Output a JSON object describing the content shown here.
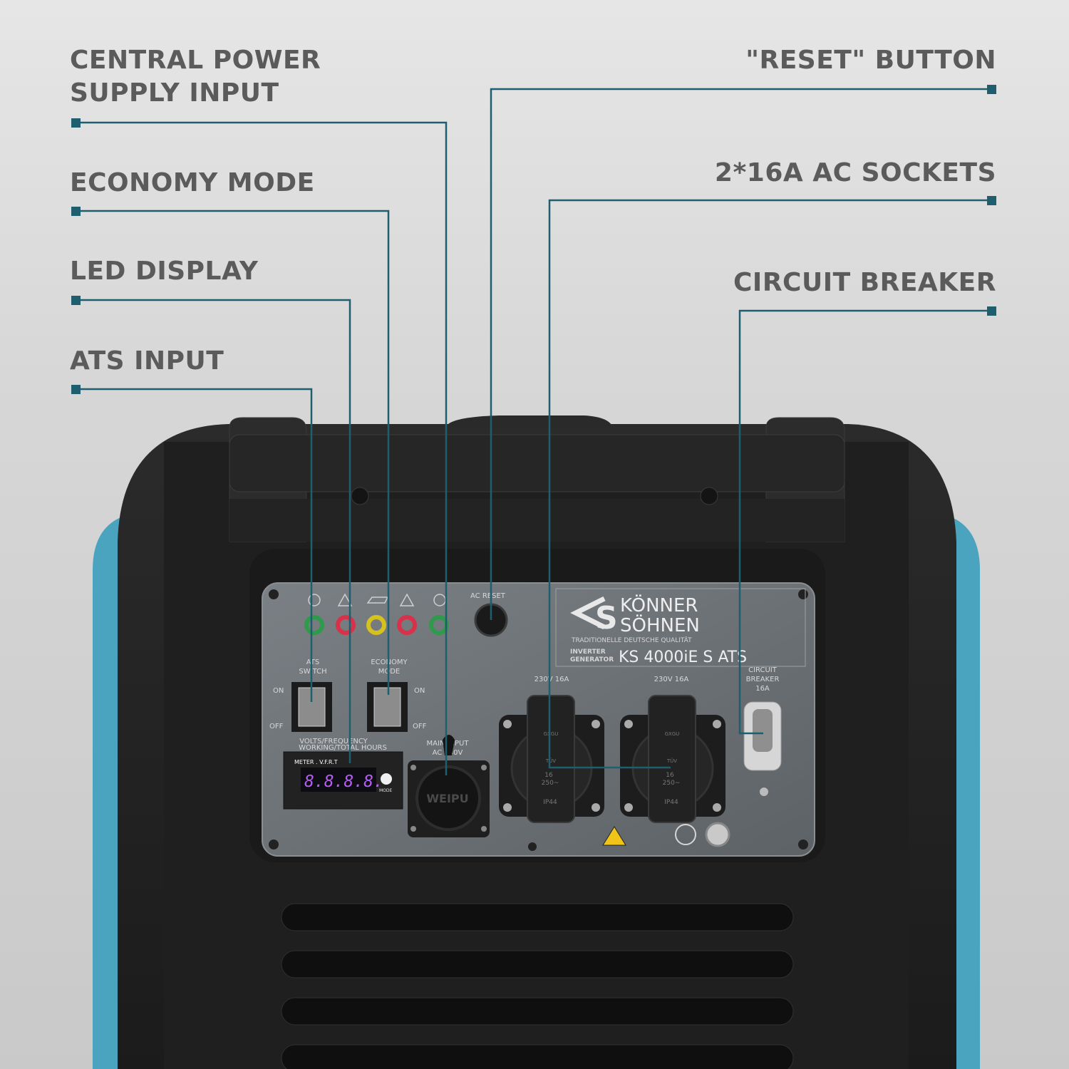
{
  "callouts_left": [
    {
      "id": "central-power-supply-input",
      "text": "CENTRAL POWER\nSUPPLY INPUT"
    },
    {
      "id": "economy-mode",
      "text": "ECONOMY MODE"
    },
    {
      "id": "led-display",
      "text": "LED DISPLAY"
    },
    {
      "id": "ats-input",
      "text": "ATS INPUT"
    }
  ],
  "callouts_right": [
    {
      "id": "reset-button",
      "text": "\"RESET\" BUTTON"
    },
    {
      "id": "ac-sockets",
      "text": "2*16A AC SOCKETS"
    },
    {
      "id": "circuit-breaker",
      "text": "CIRCUIT BREAKER"
    }
  ],
  "panel": {
    "ac_reset": "AC RESET",
    "brand_top": "KÖNNER",
    "brand_bottom": "SÖHNEN",
    "brand_tagline": "TRADITIONELLE DEUTSCHE QUALITÄT",
    "product_type_1": "INVERTER",
    "product_type_2": "GENERATOR",
    "model": "KS 4000iE S ATS",
    "ats_switch_1": "ATS",
    "ats_switch_2": "SWITCH",
    "economy_mode_1": "ECONOMY",
    "economy_mode_2": "MODE",
    "on": "ON",
    "off": "OFF",
    "meter_caption_1": "VOLTS/FREQUENCY",
    "meter_caption_2": "WORKING/TOTAL HOURS",
    "meter_title": "METER . V.F.R.T",
    "meter_digits": "8.8.8.8.",
    "meter_mode": "MODE",
    "main_input_1": "MAIN INPUT",
    "main_input_2": "AC 230V",
    "plug_brand": "WEIPU",
    "socket_rating_1": "230V 16A",
    "socket_rating_2": "230V 16A",
    "socket_marking_1": "16",
    "socket_marking_2": "250~",
    "socket_ip": "IP44",
    "socket_cert": "TÜV",
    "socket_brand": "GXGU",
    "breaker_1": "CIRCUIT",
    "breaker_2": "BREAKER",
    "breaker_3": "16A"
  },
  "colors": {
    "leader_line": "#1f5e6e",
    "callout_text": "#5b5b5b",
    "body_accent": "#4aa3bf",
    "panel": "#6c7175",
    "led_green": "#2f9a4c",
    "led_red": "#d8314a",
    "led_yellow": "#d6c21f",
    "meter_digits": "#b75cf2"
  },
  "icons": [
    "ats-icon",
    "warning-icon",
    "oil-icon",
    "overload-icon",
    "power-icon",
    "hazard-icon",
    "ground-icon"
  ]
}
